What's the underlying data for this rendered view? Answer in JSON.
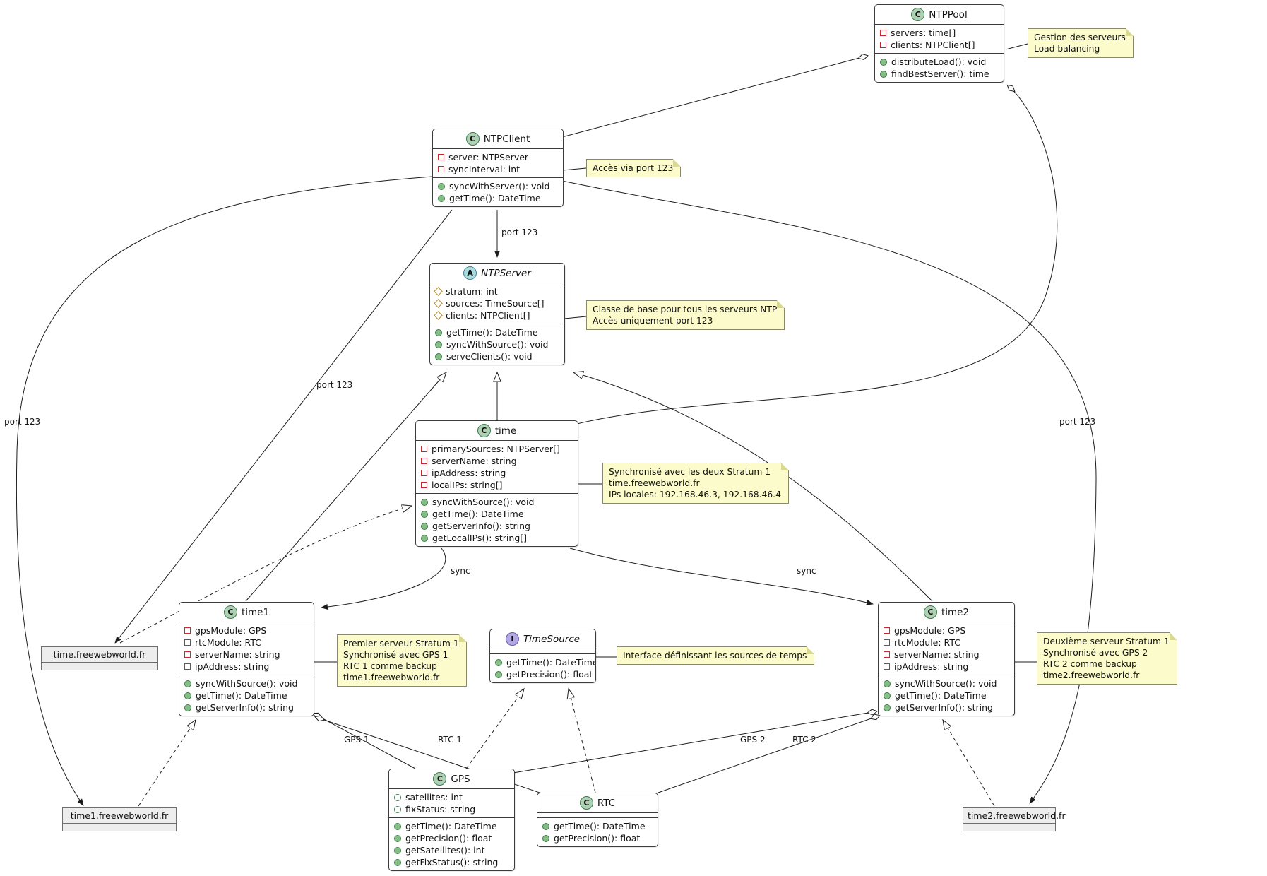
{
  "diagram_title": "NTP infrastructure UML class diagram",
  "classes": {
    "ntppool": {
      "stereotype": "C",
      "name": "NTPPool",
      "attributes": [
        "servers: time[]",
        "clients: NTPClient[]"
      ],
      "methods": [
        "distributeLoad(): void",
        "findBestServer(): time"
      ]
    },
    "ntpclient": {
      "stereotype": "C",
      "name": "NTPClient",
      "attributes": [
        "server: NTPServer",
        "syncInterval: int"
      ],
      "methods": [
        "syncWithServer(): void",
        "getTime(): DateTime"
      ]
    },
    "ntpserver": {
      "stereotype": "A",
      "name": "NTPServer",
      "attributes": [
        "stratum: int",
        "sources: TimeSource[]",
        "clients: NTPClient[]"
      ],
      "methods": [
        "getTime(): DateTime",
        "syncWithSource(): void",
        "serveClients(): void"
      ]
    },
    "time": {
      "stereotype": "C",
      "name": "time",
      "attributes": [
        "primarySources: NTPServer[]",
        "serverName: string",
        "ipAddress: string",
        "localIPs: string[]"
      ],
      "methods": [
        "syncWithSource(): void",
        "getTime(): DateTime",
        "getServerInfo(): string",
        "getLocalIPs(): string[]"
      ]
    },
    "time1": {
      "stereotype": "C",
      "name": "time1",
      "attributes": [
        "gpsModule: GPS",
        "rtcModule: RTC",
        "serverName: string",
        "ipAddress: string"
      ],
      "methods": [
        "syncWithSource(): void",
        "getTime(): DateTime",
        "getServerInfo(): string"
      ]
    },
    "time2": {
      "stereotype": "C",
      "name": "time2",
      "attributes": [
        "gpsModule: GPS",
        "rtcModule: RTC",
        "serverName: string",
        "ipAddress: string"
      ],
      "methods": [
        "syncWithSource(): void",
        "getTime(): DateTime",
        "getServerInfo(): string"
      ]
    },
    "timesource": {
      "stereotype": "I",
      "name": "TimeSource",
      "attributes": [],
      "methods": [
        "getTime(): DateTime",
        "getPrecision(): float"
      ]
    },
    "gps": {
      "stereotype": "C",
      "name": "GPS",
      "attributes": [
        "satellites: int",
        "fixStatus: string"
      ],
      "methods": [
        "getTime(): DateTime",
        "getPrecision(): float",
        "getSatellites(): int",
        "getFixStatus(): string"
      ]
    },
    "rtc": {
      "stereotype": "C",
      "name": "RTC",
      "attributes": [],
      "methods": [
        "getTime(): DateTime",
        "getPrecision(): float"
      ]
    }
  },
  "nodes": {
    "time": "time.freewebworld.fr",
    "time1": "time1.freewebworld.fr",
    "time2": "time2.freewebworld.fr"
  },
  "notes": {
    "gestion": {
      "lines": [
        "Gestion des serveurs",
        "Load balancing"
      ]
    },
    "acces": {
      "lines": [
        "Accès via port 123"
      ]
    },
    "base": {
      "lines": [
        "Classe de base pour tous les serveurs NTP",
        "Accès uniquement port 123"
      ]
    },
    "synctime": {
      "lines": [
        "Synchronisé avec les deux Stratum 1",
        "time.freewebworld.fr",
        "IPs locales: 192.168.46.3, 192.168.46.4"
      ]
    },
    "premier": {
      "lines": [
        "Premier serveur Stratum 1",
        "Synchronisé avec GPS 1",
        "RTC 1 comme backup",
        "time1.freewebworld.fr"
      ]
    },
    "interface": {
      "lines": [
        "Interface définissant les sources de temps"
      ]
    },
    "deuxieme": {
      "lines": [
        "Deuxième serveur Stratum 1",
        "Synchronisé avec GPS 2",
        "RTC 2 comme backup",
        "time2.freewebworld.fr"
      ]
    }
  },
  "labels": {
    "port123": "port 123",
    "sync": "sync",
    "gps1": "GPS 1",
    "rtc1": "RTC 1",
    "gps2": "GPS 2",
    "rtc2": "RTC 2"
  },
  "colors": {
    "class_circle": "#ADD1B2",
    "abstract_circle": "#A9DCDF",
    "interface_circle": "#B4A7E5",
    "note_background": "#FBFBCC",
    "node_background": "#EDEDED",
    "private_icon": "#C82930",
    "protected_icon": "#B38D22",
    "public_icon": "#84BE84",
    "line": "#1c1c1c"
  }
}
